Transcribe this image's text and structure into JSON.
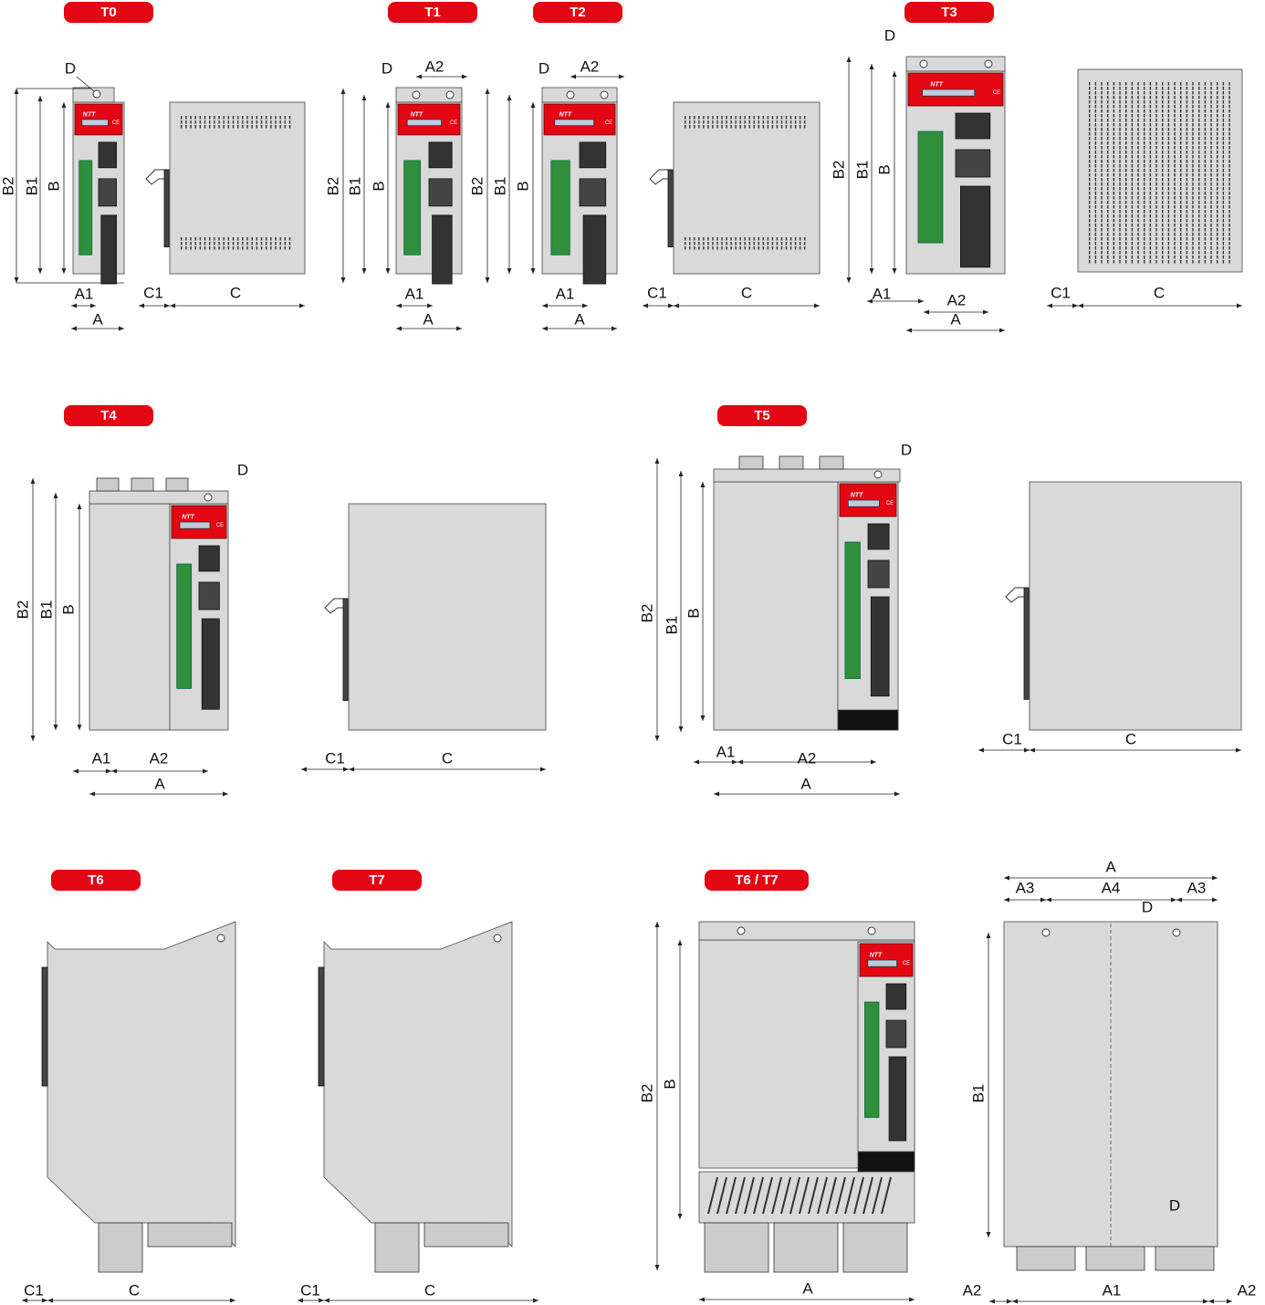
{
  "title_tags": {
    "t0": "T0",
    "t1": "T1",
    "t2": "T2",
    "t3": "T3",
    "t4": "T4",
    "t5": "T5",
    "t6": "T6",
    "t7": "T7",
    "t6t7": "T6 / T7"
  },
  "dimension_labels": {
    "a": "A",
    "a1": "A1",
    "a2": "A2",
    "a3": "A3",
    "a4": "A4",
    "b": "B",
    "b1": "B1",
    "b2": "B2",
    "c": "C",
    "c1": "C1",
    "d": "D"
  },
  "front_panel": {
    "brand": "NTT",
    "ce_mark": "CE"
  },
  "colors": {
    "accent_red": "#e30613",
    "housing_grey": "#d9d9d9",
    "terminal_green": "#2f8f3a",
    "line": "#222222"
  }
}
